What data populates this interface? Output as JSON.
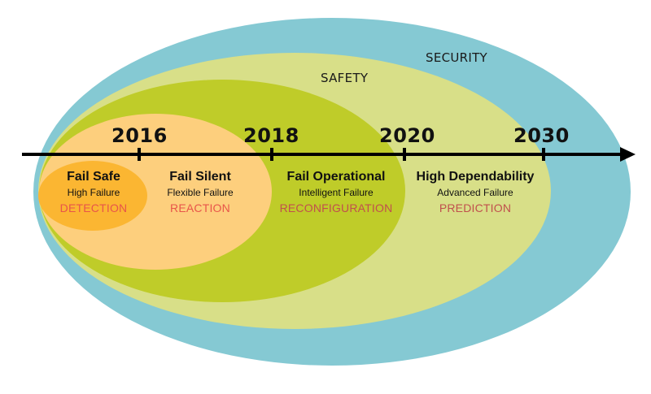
{
  "diagram": {
    "title": "",
    "rings": {
      "security": {
        "label": "SECURITY",
        "color": "#85c9d3"
      },
      "safety": {
        "label": "SAFETY",
        "color": "#d8df88"
      },
      "fail_operational": {
        "color": "#bfcc29"
      },
      "fail_silent": {
        "color": "#fdcf7d"
      },
      "fail_safe": {
        "color": "#fbb632"
      }
    },
    "timeline": {
      "years": [
        {
          "label": "2016"
        },
        {
          "label": "2018"
        },
        {
          "label": "2020"
        },
        {
          "label": "2030"
        }
      ],
      "axis_color": "#000000"
    },
    "stages": [
      {
        "title": "Fail Safe",
        "subtitle": "High Failure",
        "action": "DETECTION",
        "action_color": "#e8554a"
      },
      {
        "title": "Fail Silent",
        "subtitle": "Flexible Failure",
        "action": "REACTION",
        "action_color": "#e8554a"
      },
      {
        "title": "Fail Operational",
        "subtitle": "Intelligent Failure",
        "action": "RECONFIGURATION",
        "action_color": "#c0504d"
      },
      {
        "title": "High Dependability",
        "subtitle": "Advanced Failure",
        "action": "PREDICTION",
        "action_color": "#c0504d"
      }
    ]
  }
}
